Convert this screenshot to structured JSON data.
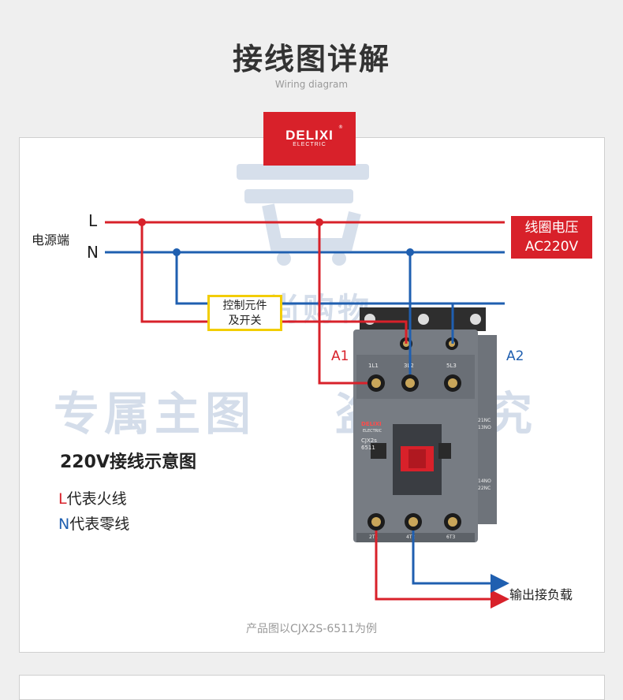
{
  "header": {
    "title": "接线图详解",
    "subtitle": "Wiring diagram"
  },
  "logo": {
    "brand": "DELIXI",
    "sub": "ELECTRIC",
    "reg": "®"
  },
  "diagram": {
    "power_label": "电源端",
    "line_l": "L",
    "line_n": "N",
    "coil_voltage_line1": "线圈电压",
    "coil_voltage_line2": "AC220V",
    "control_line1": "控制元件",
    "control_line2": "及开关",
    "a1": "A1",
    "a2": "A2",
    "output_load": "输出接负载"
  },
  "device": {
    "brand": "DELIXI",
    "brand_sub": "ELECTRIC",
    "model": "CJX2s",
    "model_no": "6511",
    "term_top": [
      "1L1",
      "3L2",
      "5L3"
    ],
    "term_bottom": [
      "2T1",
      "4T2",
      "6T3"
    ],
    "aux_top": [
      "21NC",
      "13NO"
    ],
    "aux_bottom": [
      "14NO",
      "22NC"
    ]
  },
  "legend": {
    "heading": "220V接线示意图",
    "l_letter": "L",
    "l_text": "代表火线",
    "n_letter": "N",
    "n_text": "代表零线"
  },
  "caption": "产品图以CJX2S-6511为例",
  "watermark": {
    "left": "专属主图",
    "right": "盗图必究",
    "top": "云尚购物"
  },
  "colors": {
    "live": "#d8212a",
    "neutral": "#1f5fb0",
    "highlight": "#f2cd00"
  }
}
